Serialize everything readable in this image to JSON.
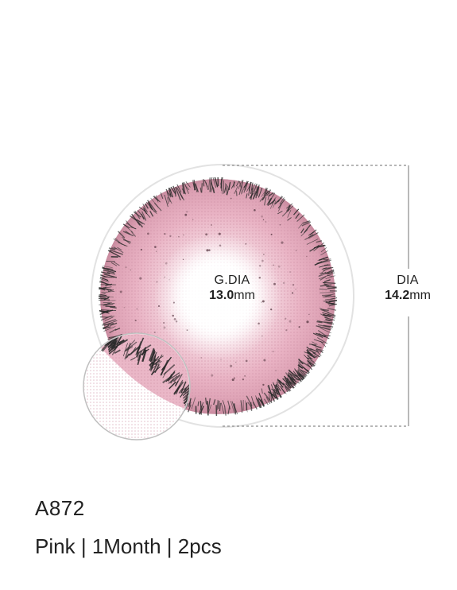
{
  "product": {
    "code": "A872",
    "color": "Pink",
    "duration": "1Month",
    "quantity": "2pcs",
    "separator": "|"
  },
  "gdia": {
    "label": "G.DIA",
    "value": "13.0",
    "unit": "mm"
  },
  "dia": {
    "label": "DIA",
    "value": "14.2",
    "unit": "mm"
  },
  "colors": {
    "lens_pink": "#e9b3c4",
    "lens_pink_light": "#f4d6df",
    "lash_dark": "#2b2b2b",
    "outline_grey": "#d8d8d8",
    "dimension_line": "#8a8a8a",
    "text": "#222222"
  },
  "icons": {
    "lens": "contact-lens-illustration",
    "zoom": "zoom-detail-circle"
  }
}
